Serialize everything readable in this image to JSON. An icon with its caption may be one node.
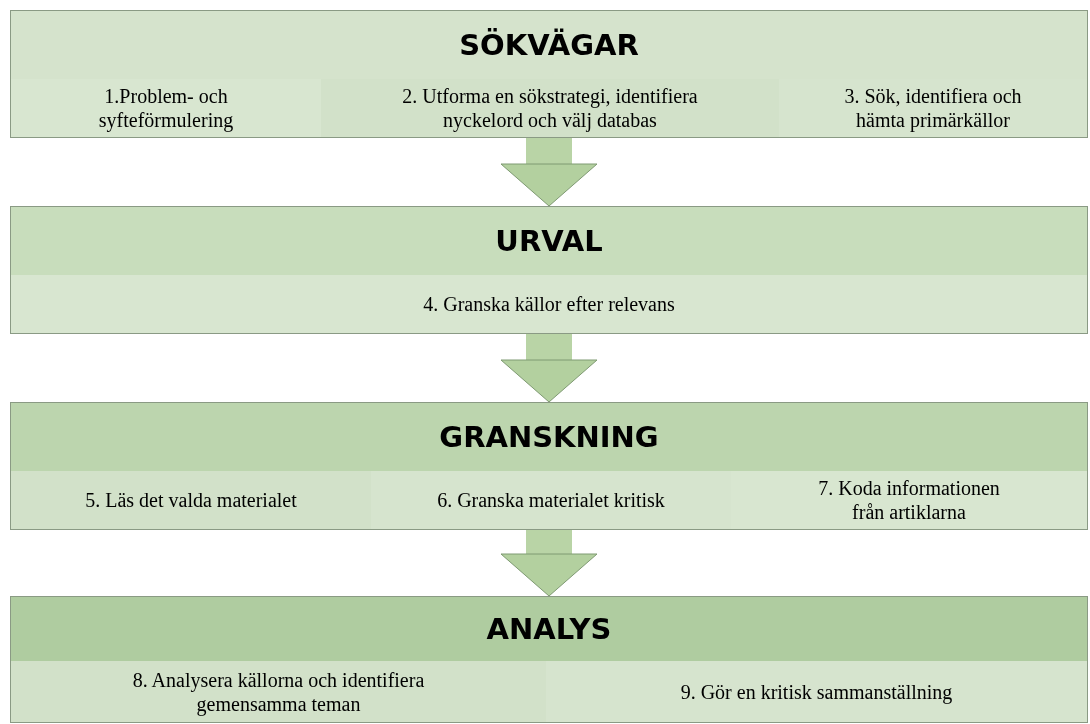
{
  "diagram": {
    "nodes": [
      {
        "text": [
          "SÖKVÄGAR"
        ]
      },
      {
        "text": [
          "1.Problem- och syfteförmulering"
        ],
        "in": 0
      },
      {
        "text": [
          "2. Utforma en sökstrategi, identifiera nyckelord och välj databas"
        ],
        "in": 0
      },
      {
        "text": [
          "3. Sök, identifiera och hämta primärkällor"
        ],
        "in": 0
      },
      {
        "text": [
          "URVAL"
        ]
      },
      {
        "text": [
          "4. Granska källor efter relevans"
        ],
        "in": 4
      },
      {
        "text": [
          "GRANSKNING"
        ]
      },
      {
        "text": [
          "5. Läs det valda materialet"
        ],
        "in": 6
      },
      {
        "text": [
          "6. Granska materialet kritisk"
        ],
        "in": 6
      },
      {
        "text": [
          "7. Koda informationen från artiklarna"
        ],
        "in": 6
      },
      {
        "text": [
          "ANALYS"
        ]
      },
      {
        "text": [
          "8. Analysera källorna och identifiera gemensamma teman"
        ],
        "in": 10
      },
      {
        "text": [
          "9. Gör en kritisk sammanställning"
        ],
        "in": 10
      }
    ],
    "edges": [
      {
        "from": 0,
        "to": 4,
        "arrow": "to"
      },
      {
        "from": 4,
        "to": 6,
        "arrow": "to"
      },
      {
        "from": 6,
        "to": 10,
        "arrow": "to"
      }
    ]
  }
}
